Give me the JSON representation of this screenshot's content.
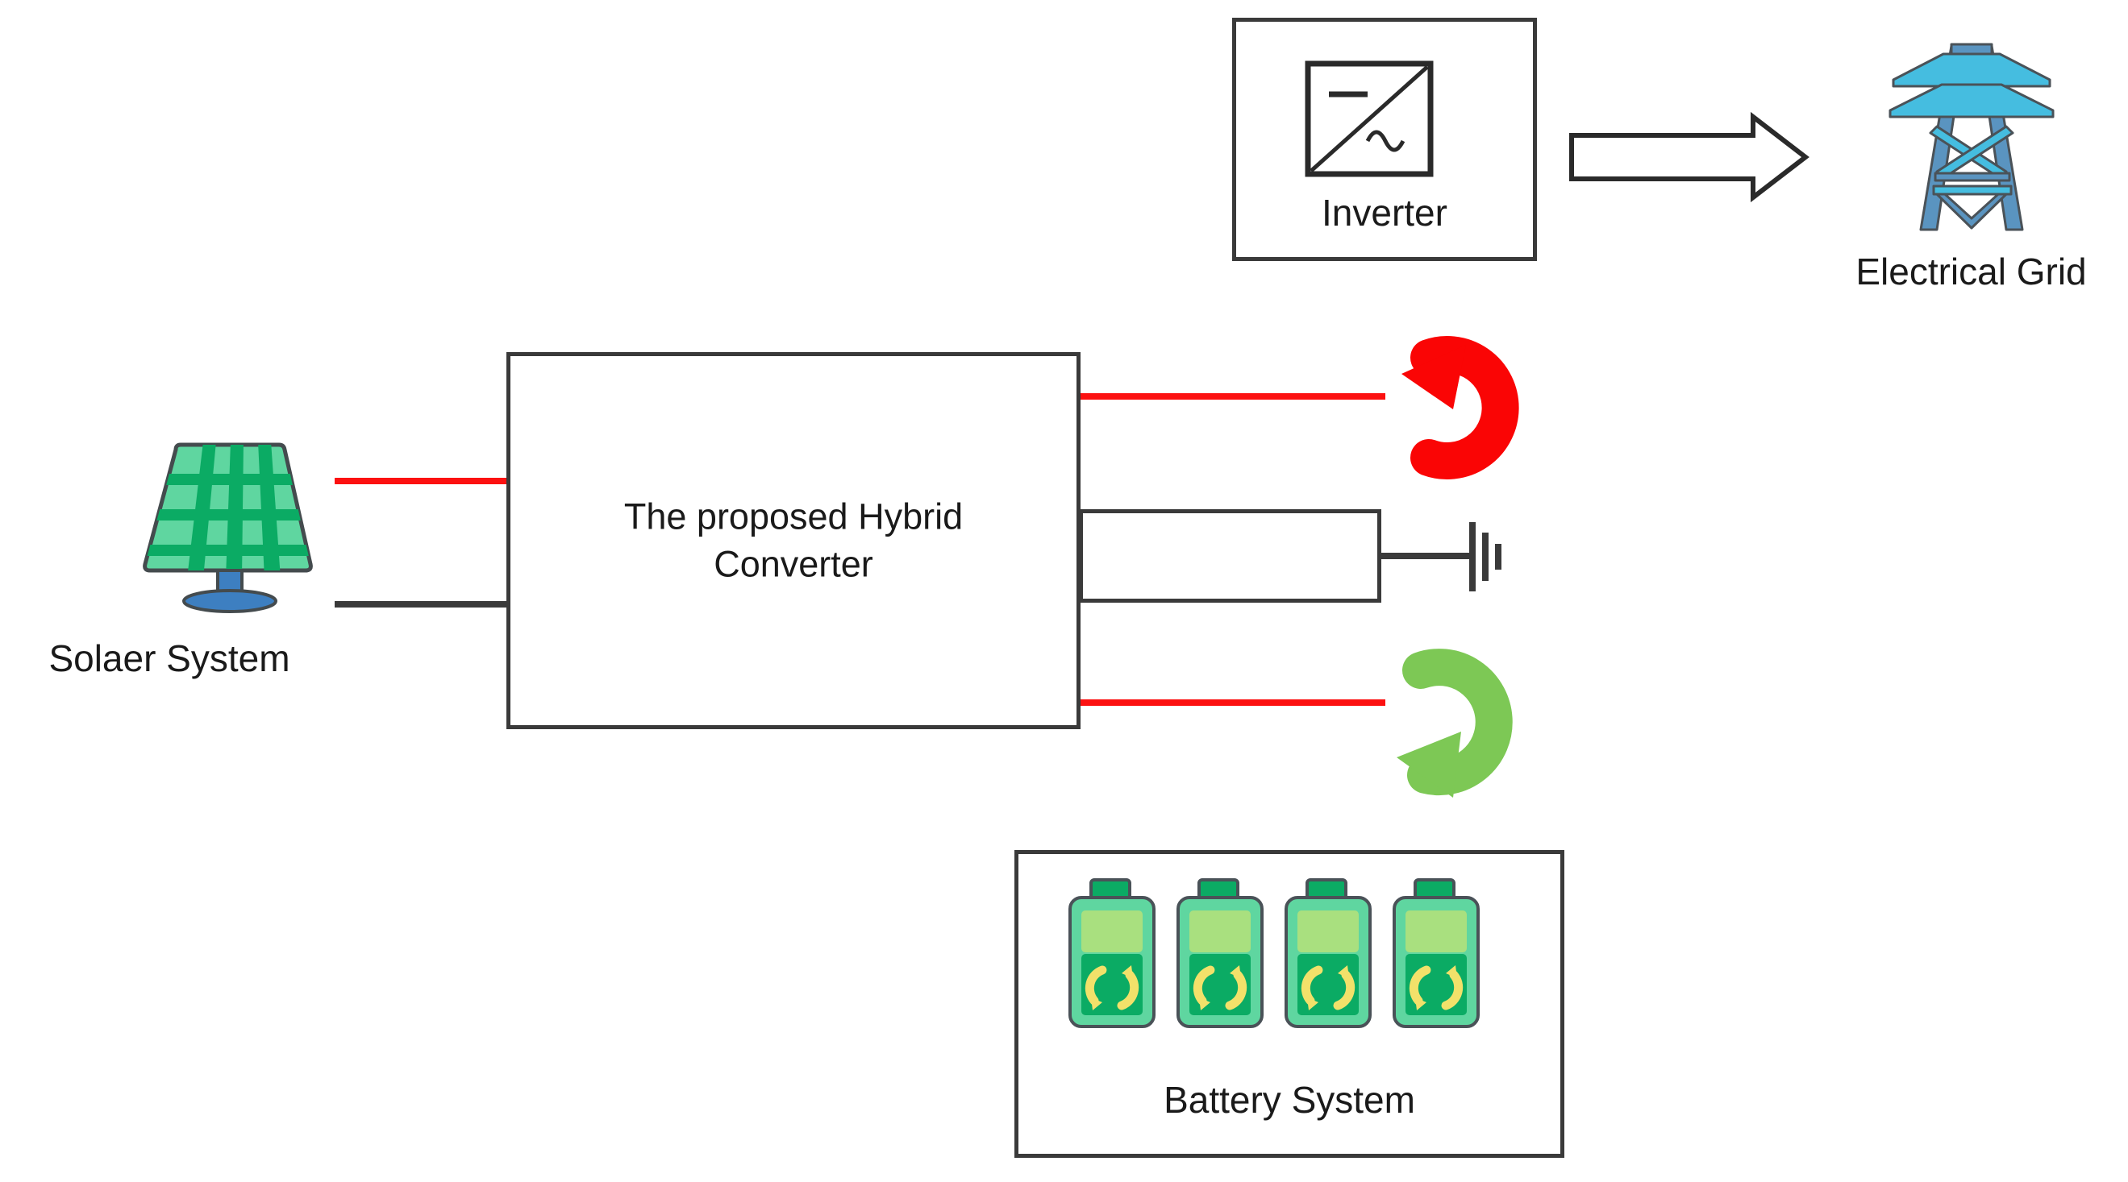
{
  "diagram": {
    "title": "Hybrid converter system block diagram",
    "background": "#ffffff",
    "colors": {
      "wire_red": "#fc1111",
      "wire_dark": "#3a3a3a",
      "outline": "#3a3a3a",
      "arrow_red": "#fa0505",
      "arrow_green": "#7dc855",
      "solar_green_dark": "#0bab64",
      "solar_green_light": "#5fd6a0",
      "solar_stand_blue": "#3d7fc1",
      "battery_body": "#5fd6a0",
      "battery_fill_dark": "#0bab64",
      "battery_fill_light": "#a9e07f",
      "battery_cycle_yellow": "#f2e16a",
      "tower_blue_dark": "#4a87b8",
      "tower_blue_light": "#45bde0",
      "text": "#1a1a1a"
    }
  },
  "nodes": {
    "converter": {
      "label_line1": "The proposed Hybrid",
      "label_line2": "Converter"
    },
    "solar": {
      "caption": "Solaer System",
      "icon": "solar-panel-icon"
    },
    "inverter": {
      "caption": "Inverter",
      "icon": "dc-ac-inverter-icon"
    },
    "grid": {
      "caption": "Electrical Grid",
      "icon": "transmission-tower-icon"
    },
    "battery": {
      "caption": "Battery System",
      "icon": "battery-cell-icon",
      "cell_count": 4
    },
    "ground": {
      "icon": "ground-earth-icon"
    }
  },
  "connectors": {
    "solar_positive": {
      "name": "solar-positive-wire",
      "color": "#fc1111",
      "from": "solar",
      "to": "converter"
    },
    "solar_negative": {
      "name": "solar-negative-wire",
      "color": "#3a3a3a",
      "from": "solar",
      "to": "converter"
    },
    "converter_to_inverter": {
      "name": "converter-ac-output-wire",
      "color": "#fc1111",
      "from": "converter",
      "to": "red-flow-arrow"
    },
    "converter_to_ground": {
      "name": "converter-ground-wire",
      "color": "#3a3a3a",
      "from": "converter",
      "to": "ground"
    },
    "converter_to_battery": {
      "name": "converter-battery-wire",
      "color": "#fc1111",
      "from": "converter",
      "to": "green-flow-arrow"
    },
    "inverter_to_grid": {
      "name": "inverter-to-grid-block-arrow",
      "style": "hollow-block-arrow",
      "from": "inverter",
      "to": "grid"
    },
    "red_flow_arrow": {
      "name": "red-flow-arrow",
      "color": "#fa0505",
      "direction": "counterclockwise-up-left"
    },
    "green_flow_arrow": {
      "name": "green-flow-arrow",
      "color": "#7dc855",
      "direction": "clockwise-down-left"
    }
  }
}
